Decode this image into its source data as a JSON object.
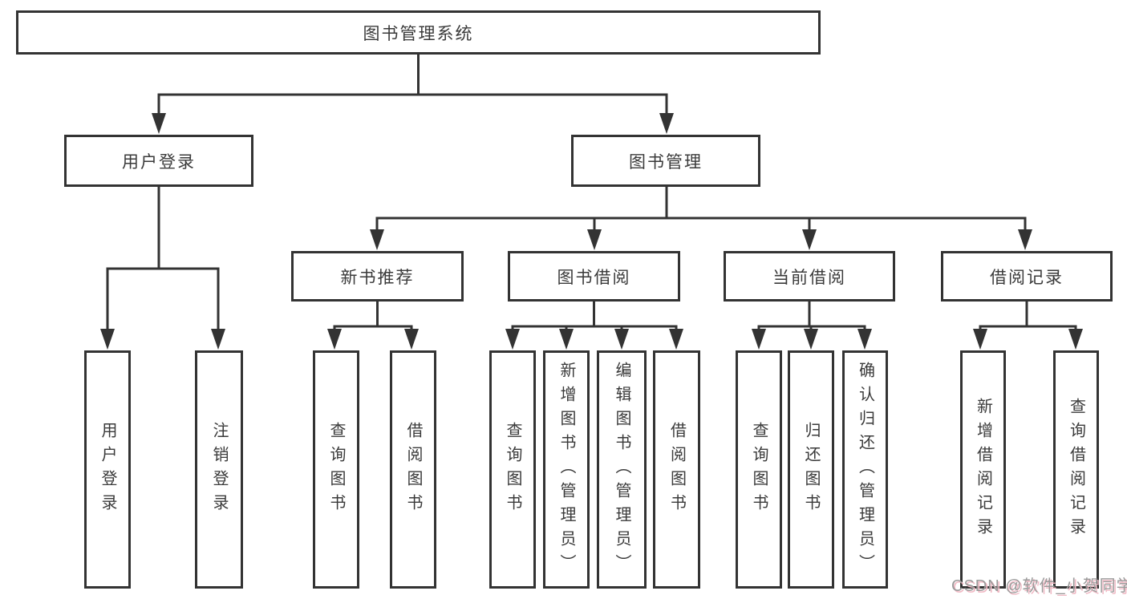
{
  "tree": {
    "root": {
      "label": "图书管理系统",
      "children": [
        {
          "label": "用户登录",
          "children": [
            {
              "label": "用户登录"
            },
            {
              "label": "注销登录"
            }
          ]
        },
        {
          "label": "图书管理",
          "children": [
            {
              "label": "新书推荐",
              "children": [
                {
                  "label": "查询图书"
                },
                {
                  "label": "借阅图书"
                }
              ]
            },
            {
              "label": "图书借阅",
              "children": [
                {
                  "label": "查询图书"
                },
                {
                  "label": "新增图书（管理员）"
                },
                {
                  "label": "编辑图书（管理员）"
                },
                {
                  "label": "借阅图书"
                }
              ]
            },
            {
              "label": "当前借阅",
              "children": [
                {
                  "label": "查询图书"
                },
                {
                  "label": "归还图书"
                },
                {
                  "label": "确认归还（管理员）"
                }
              ]
            },
            {
              "label": "借阅记录",
              "children": [
                {
                  "label": "新增借阅记录"
                },
                {
                  "label": "查询借阅记录"
                }
              ]
            }
          ]
        }
      ]
    }
  },
  "watermark": {
    "text": "CSDN @软件_小贺同学"
  },
  "colors": {
    "line": "#333333",
    "box_border": "#333333",
    "text": "#3a3a3a",
    "watermark_text": "#9a9a9a",
    "watermark_shadow": "#f0b9c4",
    "background": "#ffffff"
  }
}
